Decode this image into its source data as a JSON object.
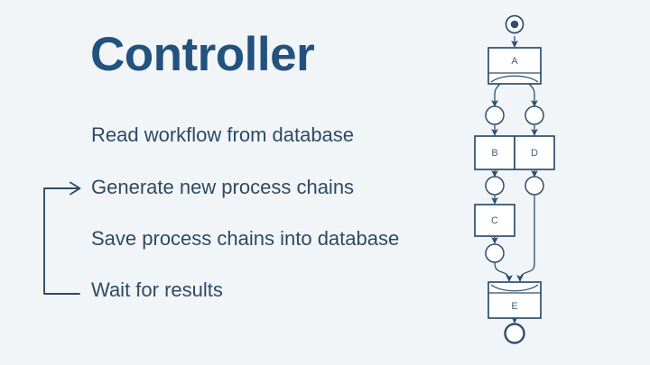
{
  "slide": {
    "background_color": "#f2f5f8",
    "title": "Controller",
    "title_color": "#22527d",
    "body_text_color": "#2e4a63",
    "diagram_stroke_color": "#2d4e6e",
    "node_fill_color": "#ffffff"
  },
  "bullets": [
    {
      "label": "Read workflow from database"
    },
    {
      "label": "Generate new process chains"
    },
    {
      "label": "Save process chains into database"
    },
    {
      "label": "Wait for results"
    }
  ],
  "loop_arrow": {
    "name": "loop-back-arrow",
    "from_bullet_index": 3,
    "to_bullet_index": 1,
    "arrow_head": "right"
  },
  "diagram": {
    "title": "",
    "type": "bpmn-process-chain",
    "nodes": [
      {
        "id": "start",
        "kind": "start-event",
        "label": ""
      },
      {
        "id": "A",
        "kind": "subprocess-split",
        "label": "A"
      },
      {
        "id": "gw1",
        "kind": "intermediate-event",
        "label": ""
      },
      {
        "id": "gw2",
        "kind": "intermediate-event",
        "label": ""
      },
      {
        "id": "B",
        "kind": "task",
        "label": "B"
      },
      {
        "id": "D",
        "kind": "task",
        "label": "D"
      },
      {
        "id": "gw3",
        "kind": "intermediate-event",
        "label": ""
      },
      {
        "id": "gw4",
        "kind": "intermediate-event",
        "label": ""
      },
      {
        "id": "C",
        "kind": "task",
        "label": "C"
      },
      {
        "id": "gw5",
        "kind": "intermediate-event",
        "label": ""
      },
      {
        "id": "E",
        "kind": "subprocess-join",
        "label": "E"
      },
      {
        "id": "end",
        "kind": "end-event",
        "label": ""
      }
    ],
    "edges": [
      {
        "from": "start",
        "to": "A"
      },
      {
        "from": "A",
        "to": "gw1"
      },
      {
        "from": "A",
        "to": "gw2"
      },
      {
        "from": "gw1",
        "to": "B"
      },
      {
        "from": "gw2",
        "to": "D"
      },
      {
        "from": "B",
        "to": "gw3"
      },
      {
        "from": "D",
        "to": "gw4"
      },
      {
        "from": "gw3",
        "to": "C"
      },
      {
        "from": "C",
        "to": "gw5"
      },
      {
        "from": "gw5",
        "to": "E"
      },
      {
        "from": "gw4",
        "to": "E"
      },
      {
        "from": "E",
        "to": "end"
      }
    ]
  }
}
